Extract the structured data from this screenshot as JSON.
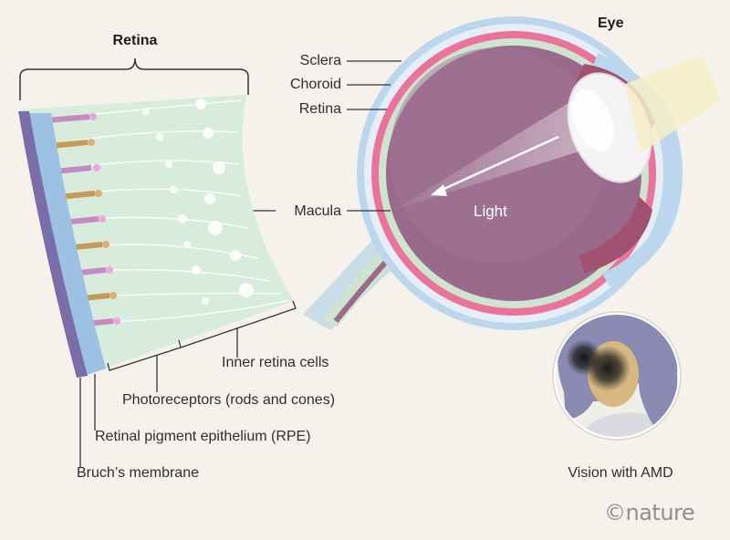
{
  "retina_section": {
    "title": "Retina",
    "labels": {
      "inner_cells": "Inner retina cells",
      "photoreceptors": "Photoreceptors (rods and cones)",
      "rpe": "Retinal pigment epithelium (RPE)",
      "bruchs": "Bruch’s membrane"
    }
  },
  "eye_section": {
    "title": "Eye",
    "labels": {
      "sclera": "Sclera",
      "choroid": "Choroid",
      "retina": "Retina",
      "macula": "Macula",
      "light": "Light"
    }
  },
  "inset": {
    "caption": "Vision with AMD"
  },
  "credit": "©nature",
  "colors": {
    "background": "#f5f2ec",
    "sclera": "#bcd6ee",
    "choroid": "#e9739a",
    "retina_layer": "#cfe4cf",
    "eyeball": "#9a6a8c",
    "rpe": "#9cc1e2",
    "bruchs": "#7a6ea8",
    "rods": "#c58ac4",
    "cones": "#c49a56",
    "inner_retina": "#d8ecdc",
    "hair": "#8a8ab2"
  }
}
